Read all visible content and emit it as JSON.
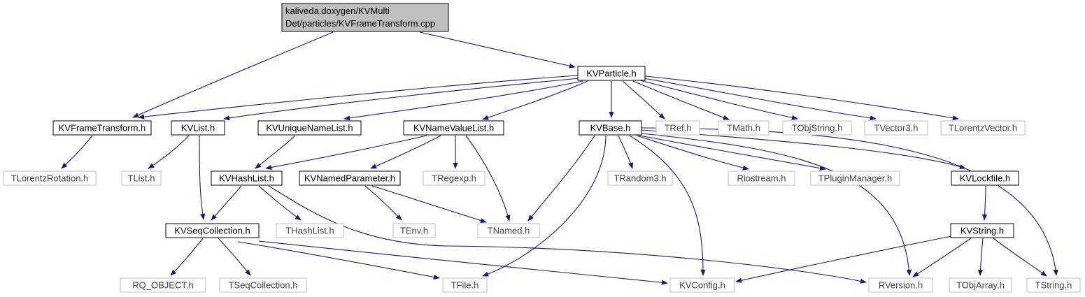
{
  "diagram": {
    "colors": {
      "edge": "#191970",
      "known_border": "#000000",
      "external_border": "#bfbfbf",
      "root_fill": "#bfbfbf",
      "text_known": "#000000",
      "text_external": "#444444"
    },
    "nodes": [
      {
        "id": "root",
        "lines": [
          "kaliveda.doxygen/KVMulti",
          "Det/particles/KVFrameTransform.cpp"
        ],
        "kind": "root"
      },
      {
        "id": "kvparticle",
        "lines": [
          "KVParticle.h"
        ],
        "kind": "known"
      },
      {
        "id": "kvframetransform",
        "lines": [
          "KVFrameTransform.h"
        ],
        "kind": "known"
      },
      {
        "id": "kvlist",
        "lines": [
          "KVList.h"
        ],
        "kind": "known"
      },
      {
        "id": "kvuniquenamelist",
        "lines": [
          "KVUniqueNameList.h"
        ],
        "kind": "known"
      },
      {
        "id": "kvnamevaluelist",
        "lines": [
          "KVNameValueList.h"
        ],
        "kind": "known"
      },
      {
        "id": "kvbase",
        "lines": [
          "KVBase.h"
        ],
        "kind": "known"
      },
      {
        "id": "tref",
        "lines": [
          "TRef.h"
        ],
        "kind": "external"
      },
      {
        "id": "tmath",
        "lines": [
          "TMath.h"
        ],
        "kind": "external"
      },
      {
        "id": "tobjstring",
        "lines": [
          "TObjString.h"
        ],
        "kind": "external"
      },
      {
        "id": "tvector3",
        "lines": [
          "TVector3.h"
        ],
        "kind": "external"
      },
      {
        "id": "tlorentzvector",
        "lines": [
          "TLorentzVector.h"
        ],
        "kind": "external"
      },
      {
        "id": "tlorentzrotation",
        "lines": [
          "TLorentzRotation.h"
        ],
        "kind": "external"
      },
      {
        "id": "tlist",
        "lines": [
          "TList.h"
        ],
        "kind": "external"
      },
      {
        "id": "kvhashlist",
        "lines": [
          "KVHashList.h"
        ],
        "kind": "known"
      },
      {
        "id": "kvnamedparameter",
        "lines": [
          "KVNamedParameter.h"
        ],
        "kind": "known"
      },
      {
        "id": "tregexp",
        "lines": [
          "TRegexp.h"
        ],
        "kind": "external"
      },
      {
        "id": "trandom3",
        "lines": [
          "TRandom3.h"
        ],
        "kind": "external"
      },
      {
        "id": "riostream",
        "lines": [
          "Riostream.h"
        ],
        "kind": "external"
      },
      {
        "id": "tpluginmanager",
        "lines": [
          "TPluginManager.h"
        ],
        "kind": "external"
      },
      {
        "id": "kvlockfile",
        "lines": [
          "KVLockfile.h"
        ],
        "kind": "known"
      },
      {
        "id": "kvseqcollection",
        "lines": [
          "KVSeqCollection.h"
        ],
        "kind": "known"
      },
      {
        "id": "thashlist",
        "lines": [
          "THashList.h"
        ],
        "kind": "external"
      },
      {
        "id": "tenv",
        "lines": [
          "TEnv.h"
        ],
        "kind": "external"
      },
      {
        "id": "tnamed",
        "lines": [
          "TNamed.h"
        ],
        "kind": "external"
      },
      {
        "id": "kvstring",
        "lines": [
          "KVString.h"
        ],
        "kind": "known"
      },
      {
        "id": "rqobject",
        "lines": [
          "RQ_OBJECT.h"
        ],
        "kind": "external"
      },
      {
        "id": "tseqcollection",
        "lines": [
          "TSeqCollection.h"
        ],
        "kind": "external"
      },
      {
        "id": "tfile",
        "lines": [
          "TFile.h"
        ],
        "kind": "external"
      },
      {
        "id": "kvconfig",
        "lines": [
          "KVConfig.h"
        ],
        "kind": "external"
      },
      {
        "id": "rversion",
        "lines": [
          "RVersion.h"
        ],
        "kind": "external"
      },
      {
        "id": "tobjarray",
        "lines": [
          "TObjArray.h"
        ],
        "kind": "external"
      },
      {
        "id": "tstring",
        "lines": [
          "TString.h"
        ],
        "kind": "external"
      }
    ],
    "edges": [
      {
        "from": "root",
        "to": "kvframetransform"
      },
      {
        "from": "root",
        "to": "kvparticle"
      },
      {
        "from": "kvparticle",
        "to": "kvframetransform"
      },
      {
        "from": "kvparticle",
        "to": "kvlist"
      },
      {
        "from": "kvparticle",
        "to": "kvuniquenamelist"
      },
      {
        "from": "kvparticle",
        "to": "kvnamevaluelist"
      },
      {
        "from": "kvparticle",
        "to": "kvbase"
      },
      {
        "from": "kvparticle",
        "to": "tref"
      },
      {
        "from": "kvparticle",
        "to": "tmath"
      },
      {
        "from": "kvparticle",
        "to": "tobjstring"
      },
      {
        "from": "kvparticle",
        "to": "tvector3"
      },
      {
        "from": "kvparticle",
        "to": "tlorentzvector"
      },
      {
        "from": "kvframetransform",
        "to": "tlorentzrotation"
      },
      {
        "from": "kvlist",
        "to": "tlist"
      },
      {
        "from": "kvlist",
        "to": "kvseqcollection"
      },
      {
        "from": "kvuniquenamelist",
        "to": "kvhashlist"
      },
      {
        "from": "kvnamevaluelist",
        "to": "kvhashlist"
      },
      {
        "from": "kvnamevaluelist",
        "to": "kvnamedparameter"
      },
      {
        "from": "kvnamevaluelist",
        "to": "tregexp"
      },
      {
        "from": "kvnamevaluelist",
        "to": "tnamed"
      },
      {
        "from": "kvbase",
        "to": "tnamed"
      },
      {
        "from": "kvbase",
        "to": "tfile"
      },
      {
        "from": "kvbase",
        "to": "trandom3"
      },
      {
        "from": "kvbase",
        "to": "kvconfig"
      },
      {
        "from": "kvbase",
        "to": "riostream"
      },
      {
        "from": "kvbase",
        "to": "tpluginmanager"
      },
      {
        "from": "kvbase",
        "to": "rversion"
      },
      {
        "from": "kvbase",
        "to": "kvlockfile"
      },
      {
        "from": "kvbase",
        "to": "tstring"
      },
      {
        "from": "kvhashlist",
        "to": "kvseqcollection"
      },
      {
        "from": "kvhashlist",
        "to": "thashlist"
      },
      {
        "from": "kvhashlist",
        "to": "rversion"
      },
      {
        "from": "kvnamedparameter",
        "to": "tenv"
      },
      {
        "from": "kvnamedparameter",
        "to": "tnamed"
      },
      {
        "from": "kvseqcollection",
        "to": "rqobject"
      },
      {
        "from": "kvseqcollection",
        "to": "tseqcollection"
      },
      {
        "from": "kvseqcollection",
        "to": "tfile"
      },
      {
        "from": "kvseqcollection",
        "to": "kvconfig"
      },
      {
        "from": "kvlockfile",
        "to": "kvstring"
      },
      {
        "from": "kvstring",
        "to": "kvconfig"
      },
      {
        "from": "kvstring",
        "to": "rversion"
      },
      {
        "from": "kvstring",
        "to": "tobjarray"
      },
      {
        "from": "kvstring",
        "to": "tstring"
      }
    ]
  }
}
